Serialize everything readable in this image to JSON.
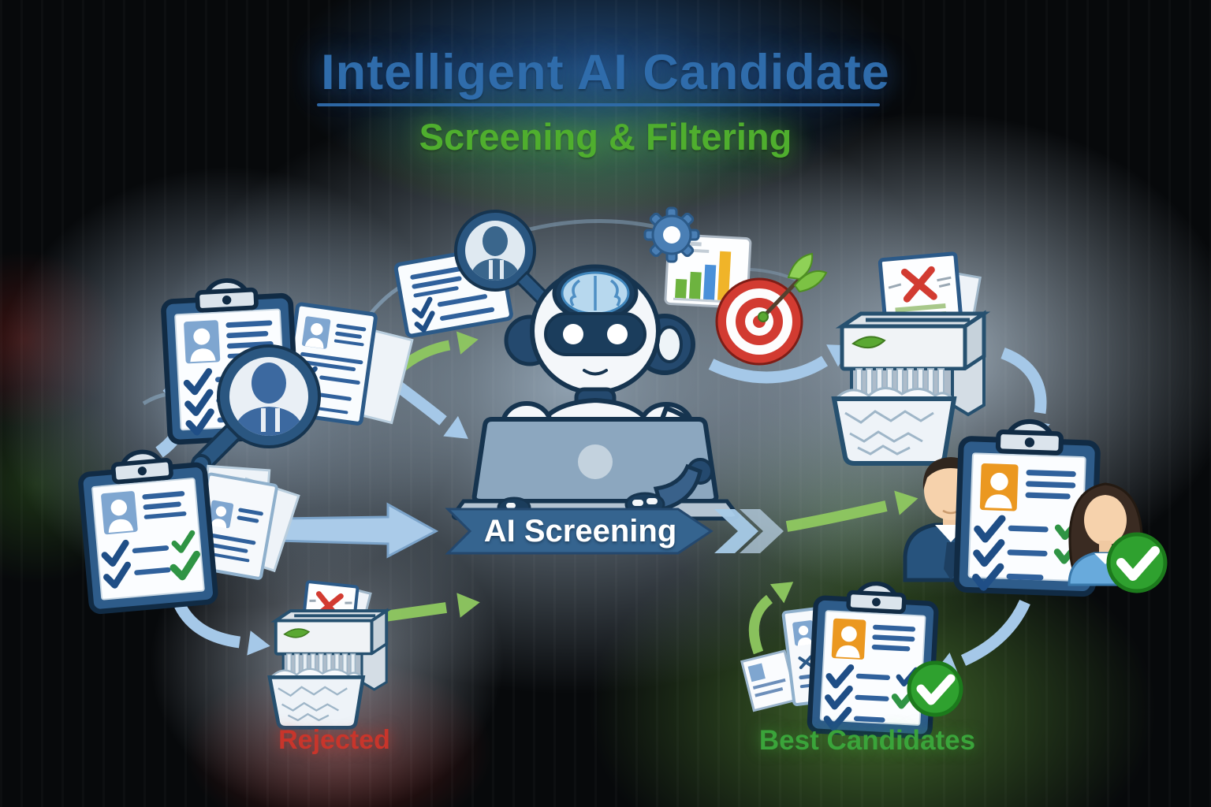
{
  "header": {
    "title": "Intelligent AI Candidate",
    "subtitle": "Screening & Filtering"
  },
  "process": {
    "banner_label": "AI Screening",
    "rejected_label": "Rejected",
    "best_candidates_label": "Best Candidates"
  },
  "colors": {
    "title_blue": "#2f6cab",
    "subtitle_green": "#4fae2e",
    "banner_fill": "#35648f",
    "banner_text": "#ffffff",
    "rejected_red": "#c8352b",
    "best_candidates_green": "#3aa43a",
    "flow_arrow_blue": "#a5c8e8",
    "flow_arrow_green": "#8fc960",
    "clipboard_blue": "#2e5c8a",
    "check_blue": "#1f4e86",
    "check_green": "#2f9444",
    "avatar_blue": "#7fa6d0",
    "avatar_orange": "#eb9820",
    "target_red": "#d23b31",
    "badge_green": "#2fa12f"
  },
  "icons": {
    "magnifier_icon": "🔍",
    "robot_icon": "🤖",
    "laptop_icon": "💻",
    "gear_icon": "⚙",
    "bar_chart_icon": "📊",
    "target_icon": "🎯",
    "clipboard_icon": "📋",
    "resume_icon": "📄",
    "shredder_icon": "🗑",
    "check_badge_icon": "✔",
    "businessman_icon": "👤",
    "businesswoman_icon": "👩",
    "chevron_icon": "»"
  }
}
